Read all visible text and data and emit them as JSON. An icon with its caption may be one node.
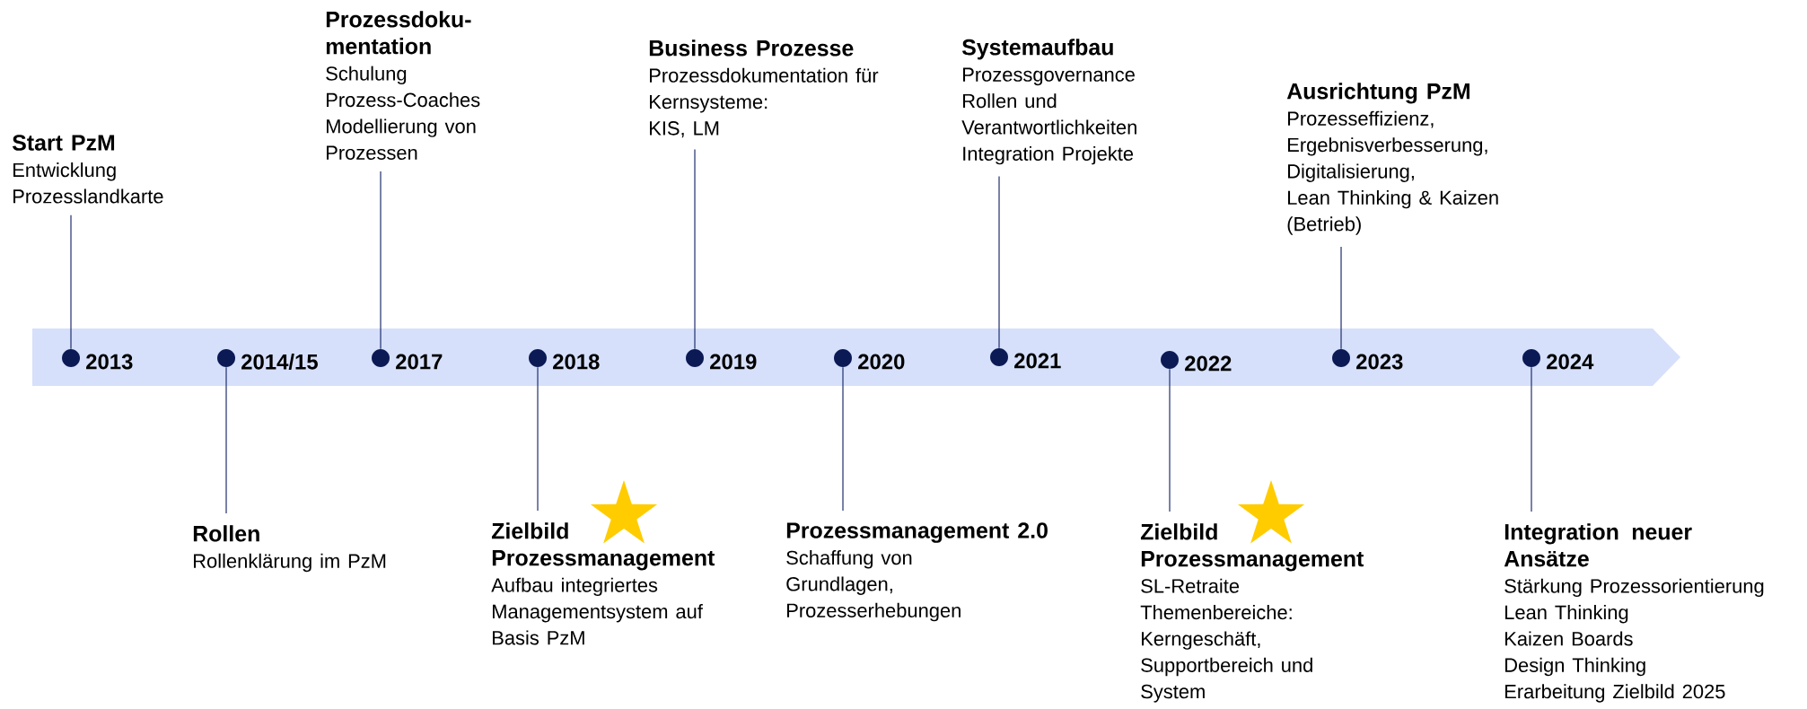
{
  "diagram": {
    "nodes": [
      {
        "text": [],
        "shape": "circle",
        "beside": [
          "2013"
        ]
      },
      {
        "text": [],
        "shape": "circle",
        "beside": [
          "2014/15"
        ]
      },
      {
        "text": [],
        "shape": "circle",
        "beside": [
          "2017"
        ]
      },
      {
        "text": [],
        "shape": "circle",
        "beside": [
          "2018"
        ]
      },
      {
        "text": [],
        "shape": "circle",
        "beside": [
          "2019"
        ]
      },
      {
        "text": [],
        "shape": "circle",
        "beside": [
          "2020"
        ]
      },
      {
        "text": [],
        "shape": "circle",
        "beside": [
          "2021"
        ]
      },
      {
        "text": [],
        "shape": "circle",
        "beside": [
          "2022"
        ]
      },
      {
        "text": [],
        "shape": "circle",
        "beside": [
          "2023"
        ]
      },
      {
        "text": [],
        "shape": "circle",
        "beside": [
          "2024"
        ]
      },
      {
        "text": [
          "Start PzM",
          "Entwicklung Prozesslandkarte"
        ]
      },
      {
        "text": [
          "Rollen",
          "Rollenklärung im PzM"
        ]
      },
      {
        "text": [
          "Prozessdoku-mentation",
          "Schulung Prozess-Coaches",
          "Modellierung von Prozessen"
        ]
      },
      {
        "text": [
          "Zielbild Prozessmanagement",
          "Aufbau integriertes Managementsystem auf Basis PzM"
        ]
      },
      {
        "text": [
          "Business Prozesse",
          "Prozessdokumentation für Kernsysteme:",
          "KIS, LM"
        ]
      },
      {
        "text": [
          "Prozessmanagement 2.0",
          "Schaffung von Grundlagen, Prozesserhebungen"
        ]
      },
      {
        "text": [
          "Systemaufbau",
          "Prozessgovernance",
          "Rollen und Verantwortlichkeiten",
          "Integration Projekte"
        ]
      },
      {
        "text": [
          "Zielbild Prozessmanagement",
          "SL-Retraite",
          "Themenbereiche: Kerngeschäft, Supportbereich und System"
        ]
      },
      {
        "text": [
          "Ausrichtung PzM",
          "Prozesseffizienz,",
          "Ergebnisverbesserung,",
          "Digitalisierung,",
          "Lean Thinking & Kaizen (Betrieb)"
        ]
      },
      {
        "text": [
          "Integration neuer Ansätze",
          "Stärkung Prozessorientierung",
          "Lean Thinking",
          "Kaizen Boards",
          "Design Thinking",
          "Erarbeitung Zielbild 2025"
        ]
      }
    ],
    "edges": [
      {
        "from": 0,
        "to": 10,
        "arrow": "none"
      },
      {
        "from": 1,
        "to": 11,
        "arrow": "none"
      },
      {
        "from": 2,
        "to": 12,
        "arrow": "none"
      },
      {
        "from": 3,
        "to": 13,
        "arrow": "none"
      },
      {
        "from": 4,
        "to": 14,
        "arrow": "none"
      },
      {
        "from": 5,
        "to": 15,
        "arrow": "none"
      },
      {
        "from": 6,
        "to": 16,
        "arrow": "none"
      },
      {
        "from": 7,
        "to": 17,
        "arrow": "none"
      },
      {
        "from": 8,
        "to": 18,
        "arrow": "none"
      },
      {
        "from": 9,
        "to": 19,
        "arrow": "none"
      }
    ]
  }
}
